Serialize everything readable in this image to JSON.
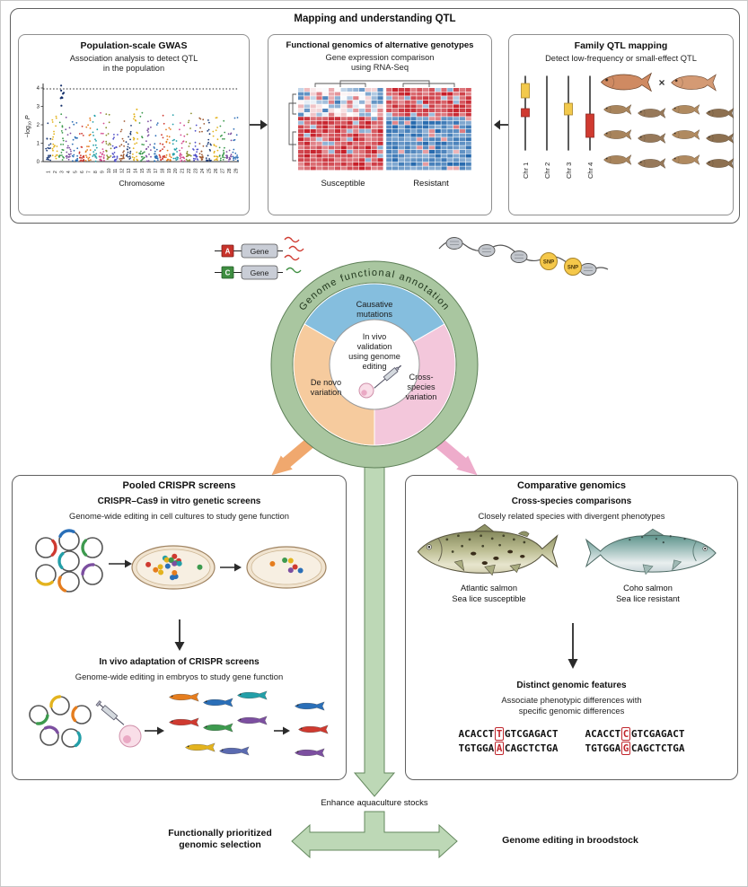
{
  "top": {
    "title": "Mapping and understanding QTL",
    "gwas": {
      "title": "Population-scale GWAS",
      "subtitle": [
        "Association analysis to detect QTL",
        "in the population"
      ],
      "ylabel_pre": "−log",
      "ylabel_sub": "10",
      "ylabel_post": " P",
      "xlabel": "Chromosome",
      "yticks": [
        "0",
        "1",
        "2",
        "3",
        "4"
      ],
      "chromosomes": [
        "1",
        "2",
        "3",
        "4",
        "5",
        "6",
        "7",
        "8",
        "9",
        "10",
        "11",
        "12",
        "13",
        "14",
        "15",
        "16",
        "17",
        "18",
        "19",
        "20",
        "21",
        "22",
        "23",
        "24",
        "25",
        "26",
        "27",
        "28",
        "29"
      ]
    },
    "rnaseq": {
      "title": "Functional genomics of alternative genotypes",
      "subtitle": [
        "Gene expression comparison",
        "using RNA-Seq"
      ],
      "groups": [
        "Susceptible",
        "Resistant"
      ]
    },
    "family": {
      "title": "Family QTL mapping",
      "subtitle": "Detect low-frequency or small-effect QTL",
      "chromosomes": [
        "Chr 1",
        "Chr 2",
        "Chr 3",
        "Chr 4"
      ],
      "cross_symbol": "×"
    }
  },
  "center": {
    "ring_label": "Genome functional annotation",
    "sector_top": [
      "Causative",
      "mutations"
    ],
    "sector_left": [
      "De novo",
      "variation"
    ],
    "sector_right": [
      "Cross-",
      "species",
      "variation"
    ],
    "core": [
      "In vivo",
      "validation",
      "using genome",
      "editing"
    ],
    "allele_a": "A",
    "allele_c": "C",
    "gene_label": "Gene",
    "snp_label": "SNP"
  },
  "crispr": {
    "title": "Pooled CRISPR screens",
    "s1_title": "CRISPR–Cas9 in vitro genetic screens",
    "s1_desc": "Genome-wide editing in cell cultures to study gene function",
    "s2_title": "In vivo adaptation of CRISPR screens",
    "s2_desc": "Genome-wide editing in embryos to study gene function"
  },
  "comparative": {
    "title": "Comparative genomics",
    "subtitle": "Cross-species comparisons",
    "desc": "Closely related species with divergent phenotypes",
    "species": [
      {
        "name": "Atlantic salmon",
        "trait": "Sea lice susceptible"
      },
      {
        "name": "Coho salmon",
        "trait": "Sea lice resistant"
      }
    ],
    "features_title": "Distinct genomic features",
    "features_desc": [
      "Associate phenotypic differences with",
      "specific genomic differences"
    ],
    "sequences": [
      {
        "top": {
          "pre": "ACACCT",
          "hl": "T",
          "post": "GTCGAGACT"
        },
        "bottom": {
          "pre": "TGTGGA",
          "hl": "A",
          "post": "CAGCTCTGA"
        }
      },
      {
        "top": {
          "pre": "ACACCT",
          "hl": "C",
          "post": "GTCGAGACT"
        },
        "bottom": {
          "pre": "TGTGGA",
          "hl": "G",
          "post": "CAGCTCTGA"
        }
      }
    ]
  },
  "outcomes": {
    "enhance": "Enhance aquaculture stocks",
    "left": [
      "Functionally prioritized",
      "genomic selection"
    ],
    "right": "Genome editing in broodstock"
  },
  "colors": {
    "ring_green": "#a9c6a0",
    "arrow_green": "#bdd8b6",
    "arrow_green_border": "#64885e",
    "sector_blue": "#85bede",
    "sector_orange": "#f6cb9e",
    "sector_pink": "#f3c7db",
    "arrow_orange": "#f0a86e",
    "arrow_pink": "#eeaccb",
    "heat_red": "#c61c26",
    "heat_blue": "#2166ac",
    "seq_highlight": "#c0262c",
    "snp_yellow": "#f5c84a",
    "manhattan_palette": [
      "#1f3c78",
      "#e3b31e",
      "#3d9a4e",
      "#7c4fa0",
      "#2f6fb6",
      "#cf3a30",
      "#e57d1e",
      "#239fa8",
      "#d44a8e",
      "#8a8f2e",
      "#5050c8",
      "#a05a32"
    ],
    "plasmid_palette": [
      "#cf3a30",
      "#2a6fb8",
      "#3d9a4e",
      "#e3b31e",
      "#e57d1e",
      "#7c4fa0",
      "#239fa8"
    ],
    "larvae_palette": [
      "#e57d1e",
      "#2a6fb8",
      "#239fa8",
      "#cf3a30",
      "#3d9a4e",
      "#7c4fa0",
      "#e3b31e",
      "#5a6ab0"
    ]
  }
}
